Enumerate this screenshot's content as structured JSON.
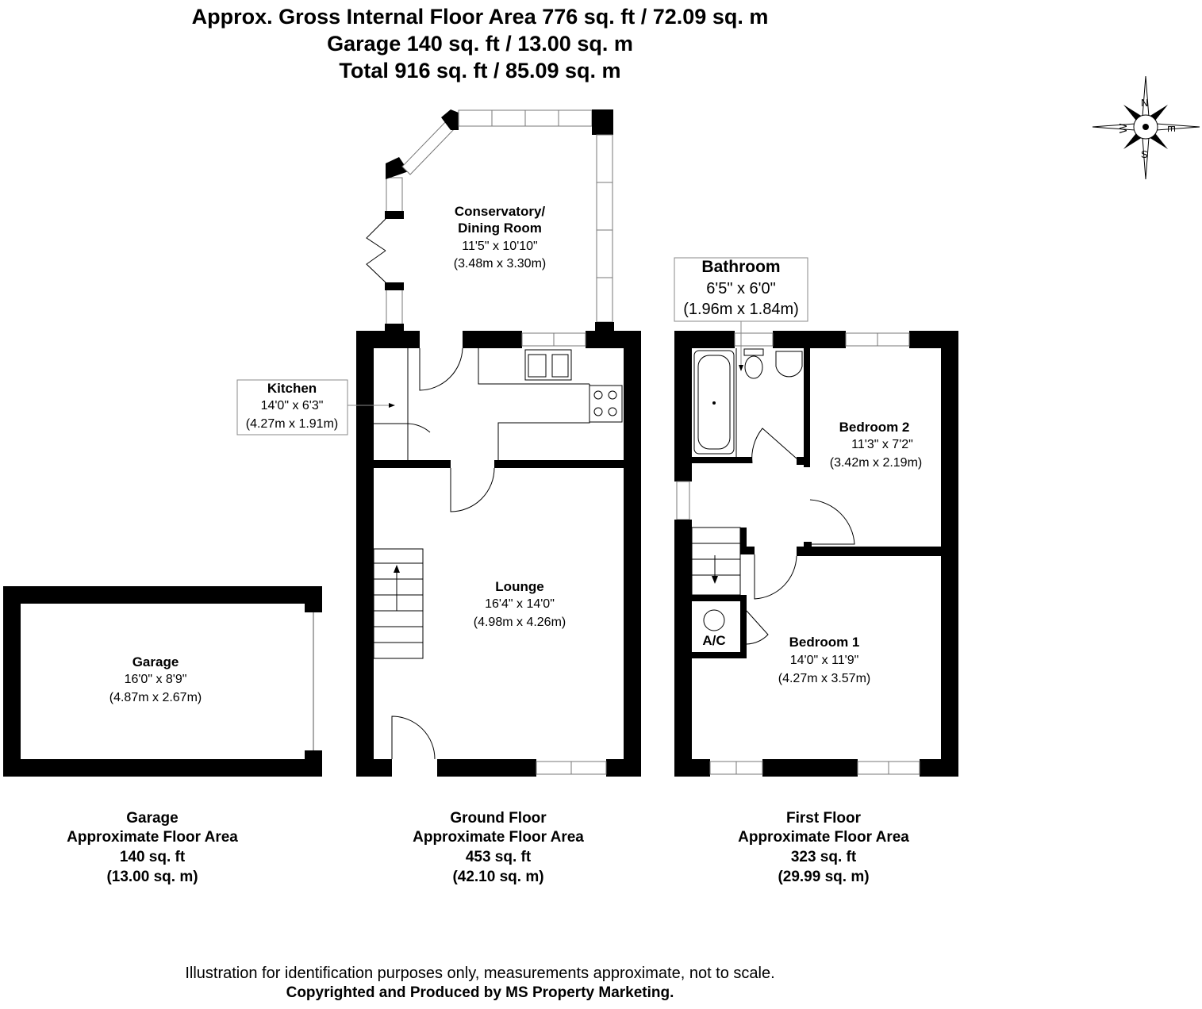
{
  "header": {
    "line1": "Approx. Gross Internal Floor Area 776 sq. ft / 72.09 sq. m",
    "line2": "Garage 140 sq. ft / 13.00 sq. m",
    "line3": "Total 916 sq. ft / 85.09 sq. m"
  },
  "compass": {
    "n": "N",
    "e": "E",
    "s": "S",
    "w": "W"
  },
  "rooms": {
    "conservatory": {
      "name1": "Conservatory/",
      "name2": "Dining Room",
      "imperial": "11'5\" x 10'10\"",
      "metric": "(3.48m x 3.30m)"
    },
    "kitchen": {
      "name": "Kitchen",
      "imperial": "14'0\" x 6'3\"",
      "metric": "(4.27m x 1.91m)"
    },
    "lounge": {
      "name": "Lounge",
      "imperial": "16'4\" x 14'0\"",
      "metric": "(4.98m x 4.26m)"
    },
    "garage": {
      "name": "Garage",
      "imperial": "16'0\" x 8'9\"",
      "metric": "(4.87m x 2.67m)"
    },
    "bathroom": {
      "name": "Bathroom",
      "imperial": "6'5\" x 6'0\"",
      "metric": "(1.96m x 1.84m)"
    },
    "bedroom2": {
      "name": "Bedroom 2",
      "imperial": "11'3\" x 7'2\"",
      "metric": "(3.42m x 2.19m)"
    },
    "bedroom1": {
      "name": "Bedroom 1",
      "imperial": "14'0\" x 11'9\"",
      "metric": "(4.27m x 3.57m)"
    },
    "ac": {
      "name": "A/C"
    }
  },
  "floors": {
    "garage": {
      "name": "Garage",
      "label": "Approximate Floor Area",
      "sqft": "140 sq. ft",
      "sqm": "(13.00 sq. m)"
    },
    "ground": {
      "name": "Ground Floor",
      "label": "Approximate Floor Area",
      "sqft": "453 sq. ft",
      "sqm": "(42.10 sq. m)"
    },
    "first": {
      "name": "First Floor",
      "label": "Approximate Floor Area",
      "sqft": "323 sq. ft",
      "sqm": "(29.99 sq. m)"
    }
  },
  "footer": {
    "disclaimer": "Illustration for identification purposes only, measurements approximate, not to scale.",
    "credit": "Copyrighted  and Produced by MS Property Marketing."
  }
}
